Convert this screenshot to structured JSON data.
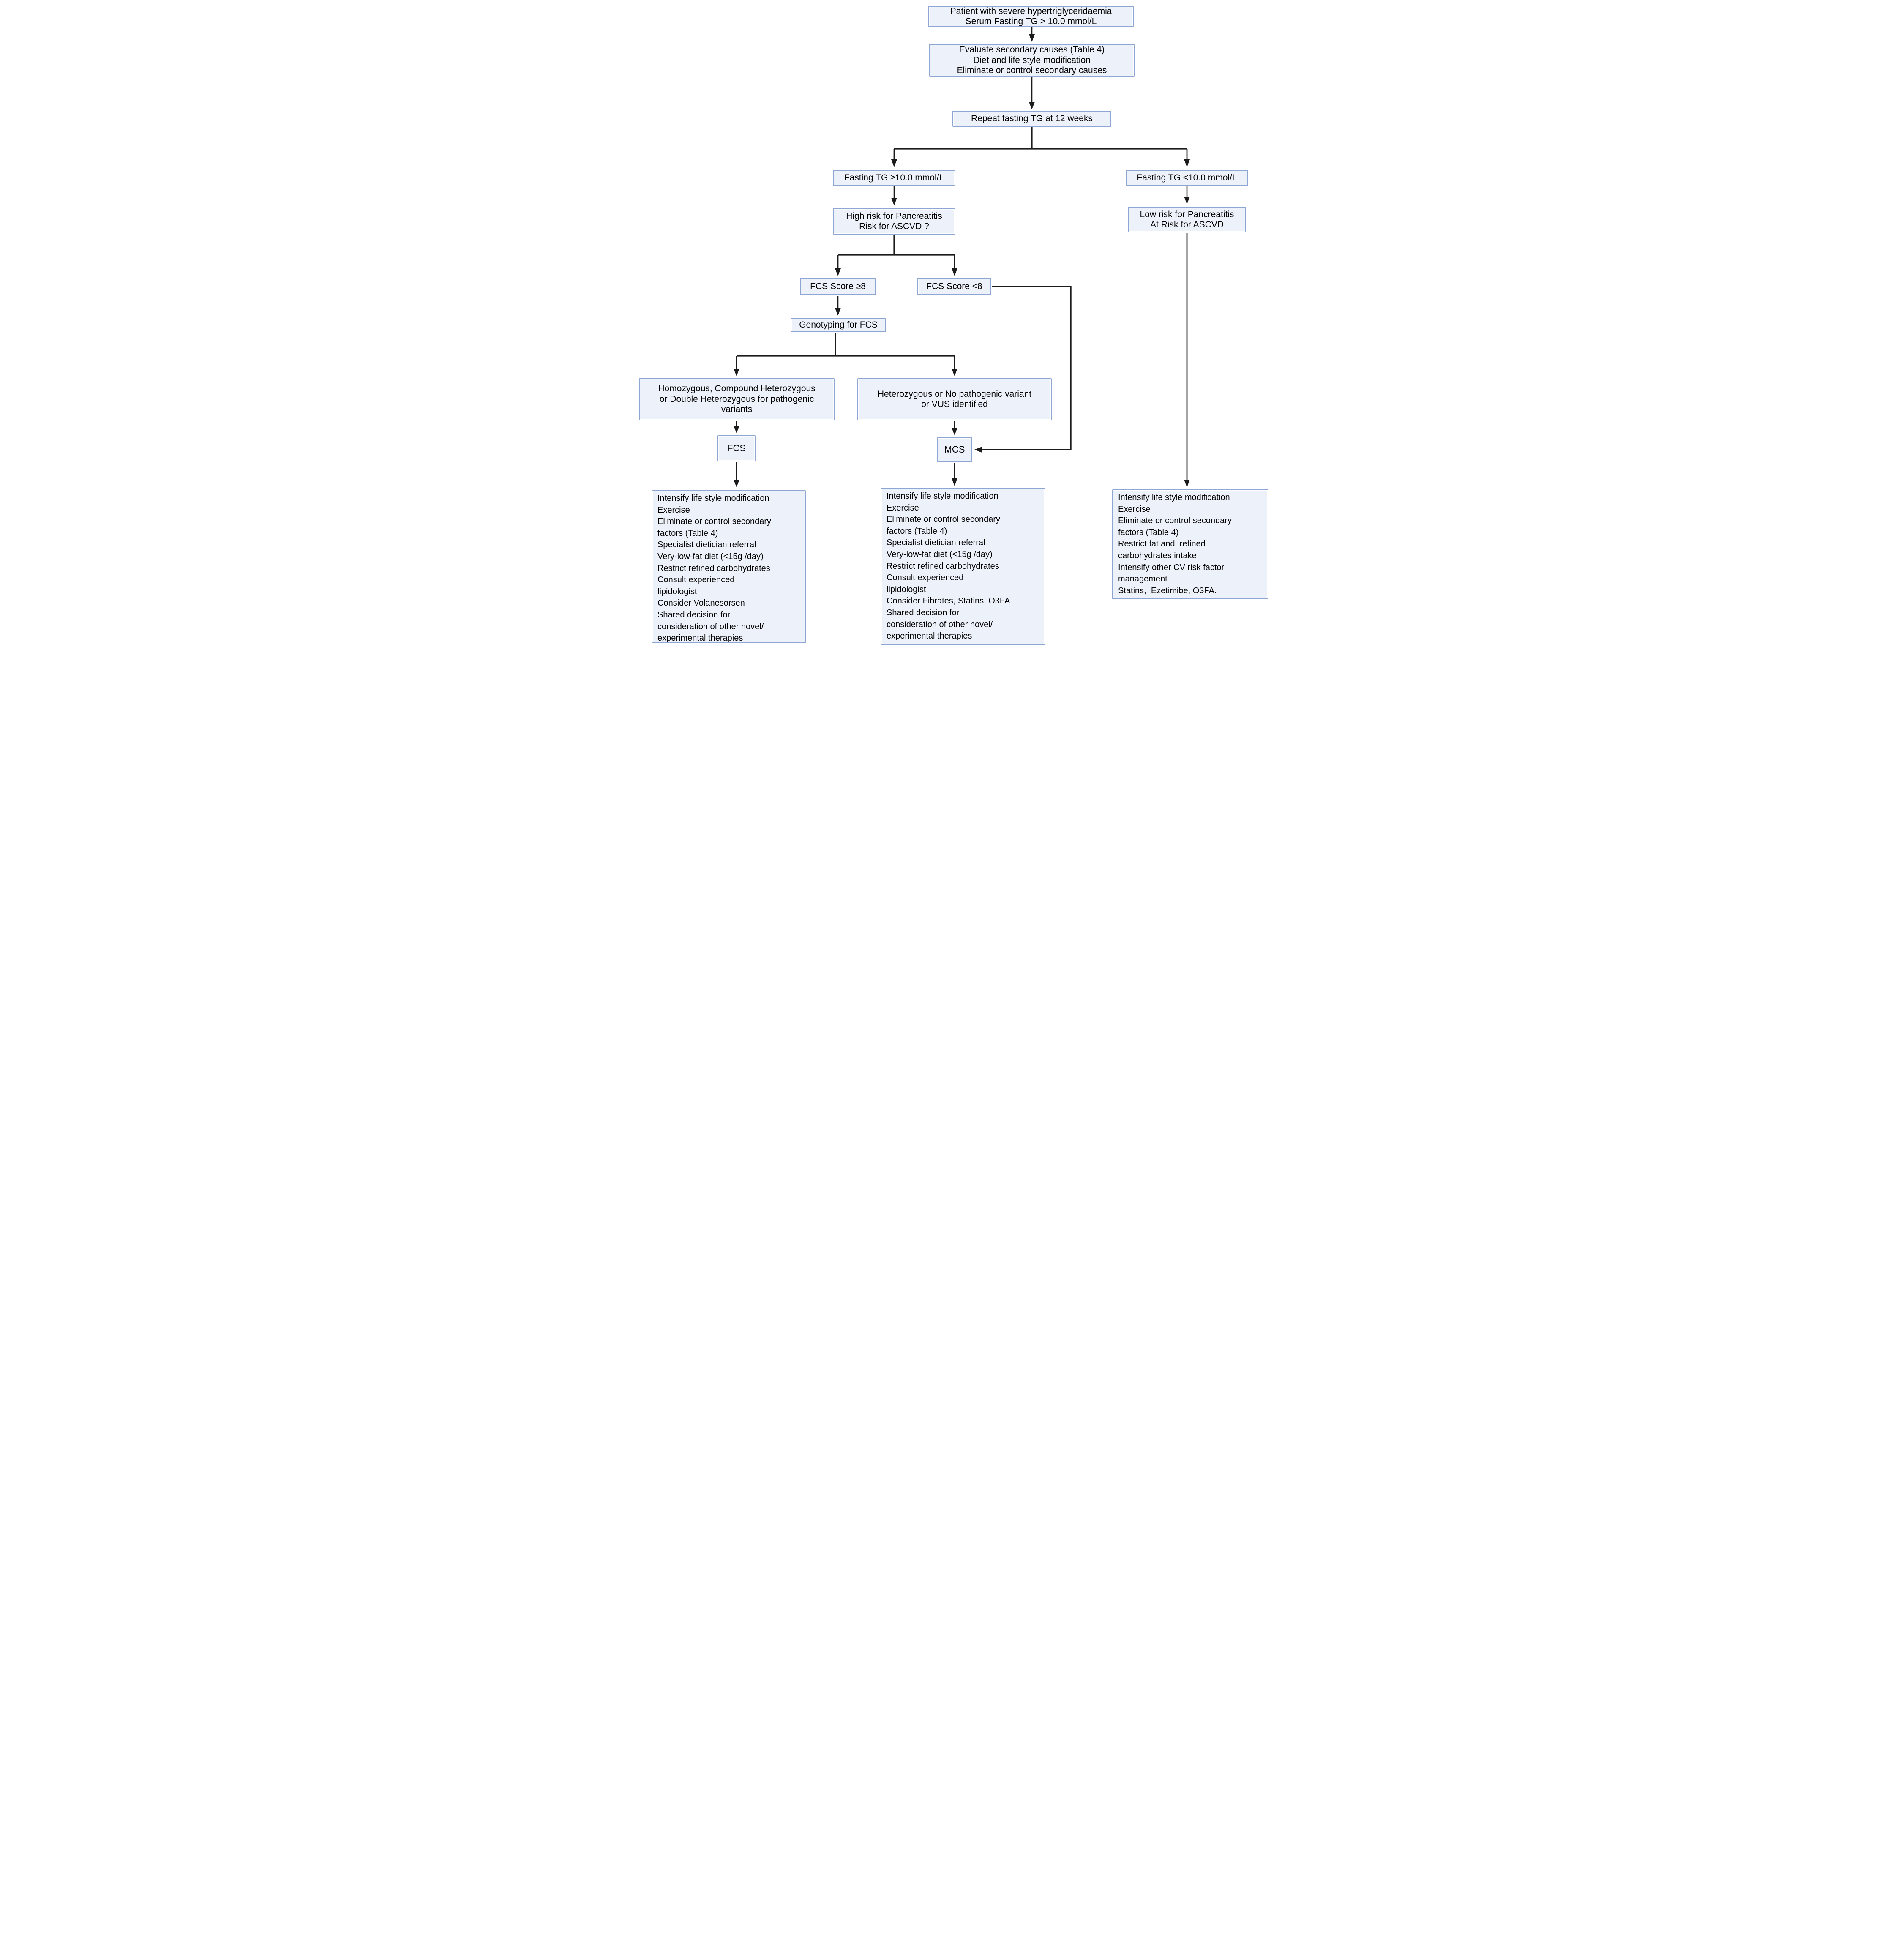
{
  "diagram": {
    "kind": "clinical-decision-flowchart",
    "colors": {
      "box_fill": "#edf1fa",
      "box_border": "#8ea6d4",
      "arrow": "#1b1b1b",
      "text": "#000000",
      "background": "#ffffff"
    },
    "nodes": {
      "patient": {
        "lines": [
          "Patient with severe hypertriglyceridaemia",
          "Serum Fasting TG > 10.0 mmol/L"
        ]
      },
      "evaluate": {
        "lines": [
          "Evaluate secondary causes (Table 4)",
          "Diet and life style modification",
          "Eliminate or control secondary causes"
        ]
      },
      "repeat": {
        "label": "Repeat fasting TG at 12 weeks"
      },
      "tg_high": {
        "label": "Fasting TG ≥10.0 mmol/L"
      },
      "tg_low": {
        "label": "Fasting TG <10.0 mmol/L"
      },
      "high_risk": {
        "lines": [
          "High risk for Pancreatitis",
          "Risk for ASCVD ?"
        ]
      },
      "low_risk": {
        "lines": [
          "Low risk for Pancreatitis",
          "At Risk for ASCVD"
        ]
      },
      "fcs_score_ge8": {
        "label": "FCS Score ≥8"
      },
      "fcs_score_lt8": {
        "label": "FCS Score <8"
      },
      "genotyping": {
        "label": "Genotyping for FCS"
      },
      "homozygous": {
        "lines": [
          "Homozygous, Compound Heterozygous",
          "or Double Heterozygous for pathogenic",
          "variants"
        ]
      },
      "heterozygous": {
        "lines": [
          "Heterozygous or No pathogenic variant",
          "or VUS identified"
        ]
      },
      "fcs": {
        "label": "FCS"
      },
      "mcs": {
        "label": "MCS"
      },
      "outcome_fcs": {
        "lines": [
          "Intensify life style modification",
          "Exercise",
          "Eliminate or control secondary",
          "factors (Table 4)",
          "Specialist dietician referral",
          "Very-low-fat diet (<15g /day)",
          "Restrict refined carbohydrates",
          "Consult experienced",
          "lipidologist",
          "Consider Volanesorsen",
          "Shared decision for",
          "consideration of other novel/",
          "experimental therapies"
        ]
      },
      "outcome_mcs": {
        "lines": [
          "Intensify life style modification",
          "Exercise",
          "Eliminate or control secondary",
          "factors (Table 4)",
          "Specialist dietician referral",
          "Very-low-fat diet (<15g /day)",
          "Restrict refined carbohydrates",
          "Consult experienced",
          "lipidologist",
          "Consider Fibrates, Statins, O3FA",
          "Shared decision for",
          "consideration of other novel/",
          "experimental therapies"
        ]
      },
      "outcome_low": {
        "lines": [
          "Intensify life style modification",
          "Exercise",
          "Eliminate or control secondary",
          "factors (Table 4)",
          "Restrict fat and  refined",
          "carbohydrates intake",
          "Intensify other CV risk factor",
          "management",
          "Statins,  Ezetimibe, O3FA."
        ]
      }
    },
    "edges": [
      {
        "from": "patient",
        "to": "evaluate"
      },
      {
        "from": "evaluate",
        "to": "repeat"
      },
      {
        "from": "repeat",
        "to": "tg_high"
      },
      {
        "from": "repeat",
        "to": "tg_low"
      },
      {
        "from": "tg_high",
        "to": "high_risk"
      },
      {
        "from": "tg_low",
        "to": "low_risk"
      },
      {
        "from": "high_risk",
        "to": "fcs_score_ge8"
      },
      {
        "from": "high_risk",
        "to": "fcs_score_lt8"
      },
      {
        "from": "fcs_score_ge8",
        "to": "genotyping"
      },
      {
        "from": "genotyping",
        "to": "homozygous"
      },
      {
        "from": "genotyping",
        "to": "heterozygous"
      },
      {
        "from": "homozygous",
        "to": "fcs"
      },
      {
        "from": "heterozygous",
        "to": "mcs"
      },
      {
        "from": "fcs_score_lt8",
        "to": "mcs"
      },
      {
        "from": "fcs",
        "to": "outcome_fcs"
      },
      {
        "from": "mcs",
        "to": "outcome_mcs"
      },
      {
        "from": "low_risk",
        "to": "outcome_low"
      }
    ]
  }
}
